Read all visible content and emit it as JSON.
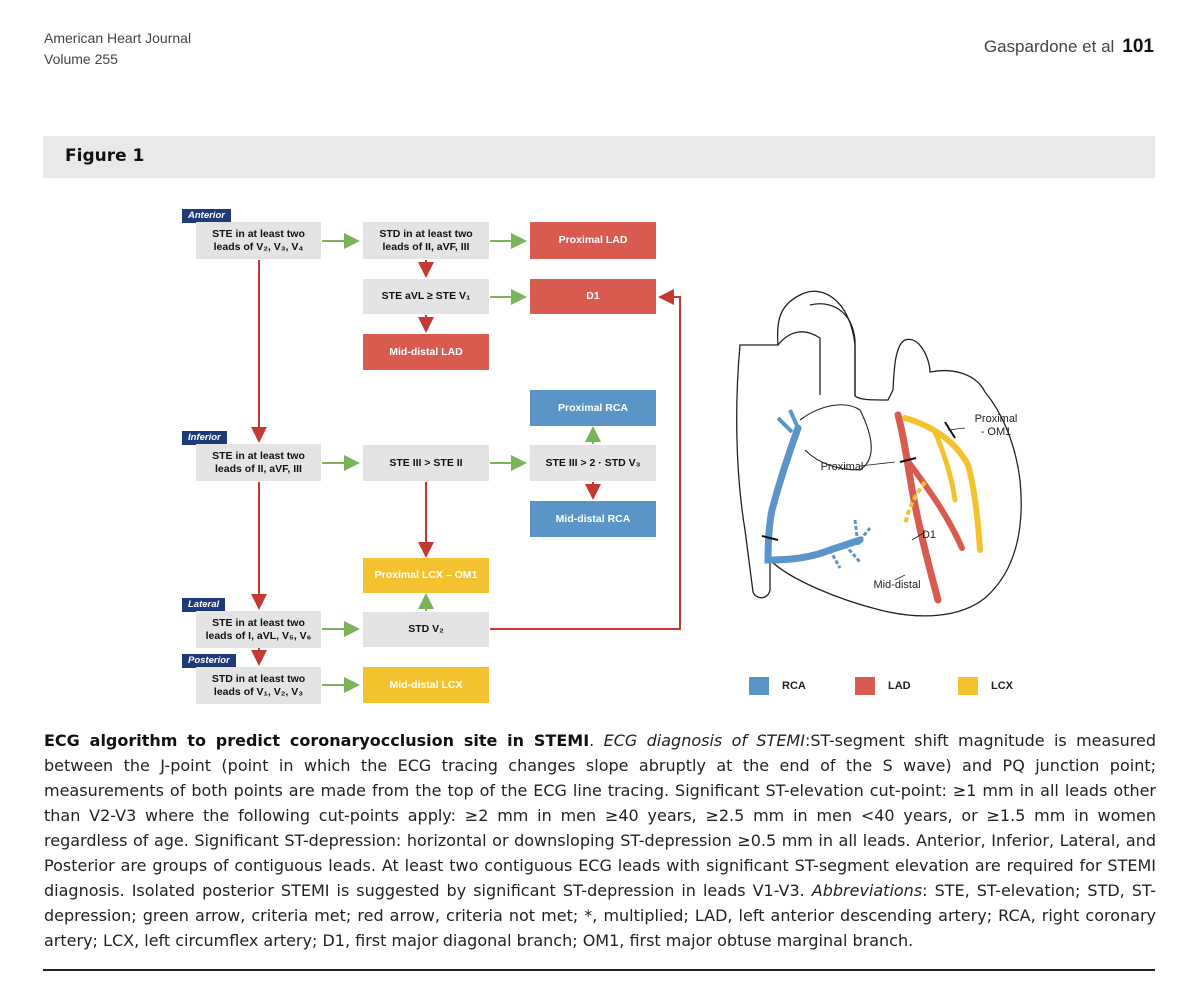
{
  "header": {
    "journal": "American Heart Journal",
    "volume": "Volume 255",
    "authors": "Gaspardone et al",
    "page": "101"
  },
  "figure_label": "Figure 1",
  "groups": {
    "anterior": "Anterior",
    "inferior": "Inferior",
    "lateral": "Lateral",
    "posterior": "Posterior"
  },
  "boxes": {
    "ste_anterior": "STE in at least two\nleads of V₂, V₃, V₄",
    "std_inferior": "STD in at least two\nleads of II, aVF, III",
    "prox_lad": "Proximal LAD",
    "ste_avl": "STE aVL ≥ STE V₁",
    "d1": "D1",
    "mid_distal_lad": "Mid-distal LAD",
    "prox_rca": "Proximal RCA",
    "ste_inferior": "STE in at least two\nleads of II, aVF, III",
    "ste_iii_ii": "STE III > STE II",
    "ste_iii_std_v3": "STE III > 2 · STD V₃",
    "mid_distal_rca": "Mid-distal RCA",
    "prox_lcx_om1": "Proximal LCX – OM1",
    "ste_lateral": "STE in at least two\nleads of I, aVL, V₅, V₆",
    "std_v2": "STD V₂",
    "std_posterior": "STD in at least two\nleads of V₁, V₂, V₃",
    "mid_distal_lcx": "Mid-distal LCX"
  },
  "heart_labels": {
    "proximal_om1": "Proximal\n- OM1",
    "proximal": "Proximal",
    "d1": "D1",
    "mid_distal": "Mid-distal"
  },
  "legend": [
    {
      "label": "RCA",
      "color": "#5b95c8"
    },
    {
      "label": "LAD",
      "color": "#d95a4f"
    },
    {
      "label": "LCX",
      "color": "#f4c22f"
    }
  ],
  "colors": {
    "green_arrow": "#7ab35a",
    "red_arrow": "#c33a33"
  },
  "caption": {
    "title": "ECG algorithm to predict coronaryocclusion site in STEMI",
    "sub": "ECG diagnosis of STEMI",
    "body1": ":ST-segment shift magnitude is measured between the J-point (point in which the ECG tracing changes slope abruptly at the end of the S wave) and PQ junction point; measurements of both points are made from the top of the ECG line tracing. Significant ST-elevation cut-point: ≥1 mm in all leads other than V2-V3 where the following cut-points apply: ≥2 mm in men ≥40 years, ≥2.5 mm in men <40 years, or ≥1.5 mm in women regardless of age. Significant ST-depression: horizontal or downsloping ST-depression ≥0.5 mm in all leads. Anterior, Inferior, Lateral, and Posterior are groups of contiguous leads. At least two contiguous ECG leads with significant ST-segment elevation are required for STEMI diagnosis. Isolated posterior STEMI is suggested by significant ST-depression in leads V1-V3. ",
    "abbr_label": "Abbreviations",
    "body2": ": STE, ST-elevation; STD, ST-depression; green arrow, criteria met; red arrow, criteria not met; *, multiplied; LAD, left anterior descending artery; RCA, right coronary artery; LCX, left circumflex artery; D1, first major diagonal branch; OM1, first major obtuse marginal branch."
  }
}
